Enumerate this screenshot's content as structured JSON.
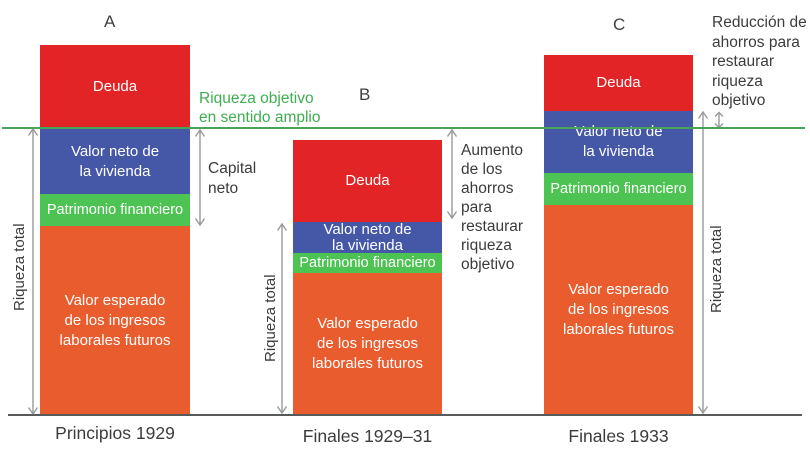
{
  "colors": {
    "deuda": "#e32427",
    "valor_vivienda": "#4558a7",
    "patrimonio_financiero": "#4cc352",
    "ingresos_futuros": "#e95c2d",
    "target_line": "#46a556",
    "target_text": "#3eae4f",
    "arrow_gray": "#97999b",
    "baseline": "#58595b",
    "label_text": "#3c3c3d"
  },
  "bars": [
    {
      "id": "A",
      "top_label": "A",
      "axis_label": "Principios 1929",
      "riqueza_total_label": "Riqueza total",
      "segments": {
        "deuda": "Deuda",
        "vivienda": "Valor neto de\nla vivienda",
        "patrimonio": "Patrimonio financiero",
        "ingresos": "Valor esperado\nde los ingresos\nlaborales futuros"
      }
    },
    {
      "id": "B",
      "top_label": "B",
      "axis_label": "Finales 1929–31",
      "riqueza_total_label": "Riqueza total",
      "segments": {
        "deuda": "Deuda",
        "vivienda": "Valor neto de\nla vivienda",
        "patrimonio": "Patrimonio financiero",
        "ingresos": "Valor esperado\nde los ingresos\nlaborales futuros"
      }
    },
    {
      "id": "C",
      "top_label": "C",
      "axis_label": "Finales 1933",
      "riqueza_total_label": "Riqueza total",
      "segments": {
        "deuda": "Deuda",
        "vivienda": "Valor neto de\nla vivienda",
        "patrimonio": "Patrimonio financiero",
        "ingresos": "Valor esperado\nde los ingresos\nlaborales futuros"
      }
    }
  ],
  "annotations": {
    "riqueza_objetivo": "Riqueza objetivo\nen sentido amplio",
    "capital_neto": "Capital\nneto",
    "aumento": "Aumento\nde los\nahorros\npara\nrestaurar\nriqueza\nobjetivo",
    "reduccion": "Reducción de\nahorros para\nrestaurar\nriqueza\nobjetivo"
  },
  "chart_data": {
    "type": "bar",
    "subtype": "stacked-conceptual",
    "categories": [
      "Principios 1929",
      "Finales 1929–31",
      "Finales 1933"
    ],
    "series": [
      {
        "name": "Valor esperado de los ingresos laborales futuros",
        "color": "#e95c2d",
        "values": [
          189,
          142,
          210
        ]
      },
      {
        "name": "Patrimonio financiero",
        "color": "#4cc352",
        "values": [
          32,
          20,
          32
        ]
      },
      {
        "name": "Valor neto de la vivienda",
        "color": "#4558a7",
        "values": [
          65,
          31,
          62
        ]
      },
      {
        "name": "Deuda (apilada encima)",
        "color": "#e32427",
        "values": [
          84,
          82,
          56
        ]
      }
    ],
    "reference_line": {
      "label": "Riqueza objetivo en sentido amplio",
      "value": 287
    },
    "value_units": "relative height units (estimated from pixels, no numeric axis shown)",
    "bar_annotations": [
      {
        "bar": "A",
        "label": "Capital neto",
        "span": "vivienda + patrimonio financiero"
      },
      {
        "bar": "A",
        "label": "Riqueza total",
        "span": "baseline to target line"
      },
      {
        "bar": "B",
        "label": "Aumento de los ahorros para restaurar riqueza objetivo",
        "span": "gap below target line"
      },
      {
        "bar": "B",
        "label": "Riqueza total",
        "span": "baseline to top of vivienda"
      },
      {
        "bar": "C",
        "label": "Reducción de ahorros para restaurar riqueza objetivo",
        "span": "gap above target line"
      },
      {
        "bar": "C",
        "label": "Riqueza total",
        "span": "baseline to top of vivienda"
      }
    ],
    "grid": false,
    "legend_position": "none"
  }
}
